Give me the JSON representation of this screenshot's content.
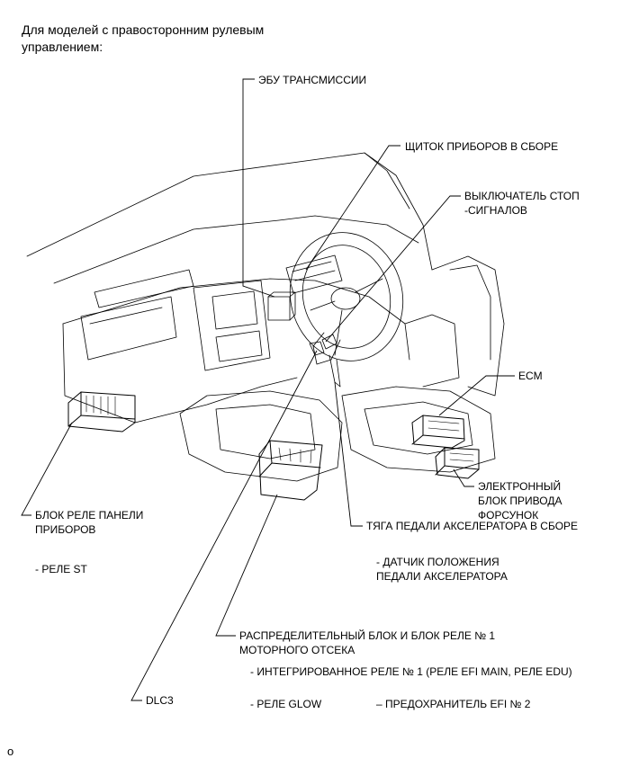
{
  "header": {
    "line1": "Для моделей с правосторонним рулевым",
    "line2": "управлением:"
  },
  "labels": {
    "transmission_ecu": "ЭБУ ТРАНСМИССИИ",
    "instrument_cluster": "ЩИТОК ПРИБОРОВ В СБОРЕ",
    "stop_switch_1": "ВЫКЛЮЧАТЕЛЬ СТОП",
    "stop_switch_2": "-СИГНАЛОВ",
    "ecm": "ECM",
    "edu_1": "ЭЛЕКТРОННЫЙ",
    "edu_2": "БЛОК ПРИВОДА",
    "edu_3": "ФОРСУНОК",
    "relay_block_1": "БЛОК РЕЛЕ ПАНЕЛИ",
    "relay_block_2": "ПРИБОРОВ",
    "st_relay": "- РЕЛЕ ST",
    "accel_pedal": "ТЯГА ПЕДАЛИ АКСЕЛЕРАТОРА В СБОРЕ",
    "accel_sensor_1": "- ДАТЧИК ПОЛОЖЕНИЯ",
    "accel_sensor_2": "ПЕДАЛИ АКСЕЛЕРАТОРА",
    "engine_box_1": "РАСПРЕДЕЛИТЕЛЬНЫЙ БЛОК И БЛОК РЕЛЕ № 1",
    "engine_box_2": "МОТОРНОГО ОТСЕКА",
    "integrated_relay": "- ИНТЕГРИРОВАННОЕ РЕЛЕ № 1 (РЕЛЕ EFI MAIN, РЕЛЕ EDU)",
    "dlc3": "DLC3",
    "glow_relay": "- РЕЛЕ GLOW",
    "efi_fuse": "– ПРЕДОХРАНИТЕЛЬ EFI № 2"
  },
  "footer": {
    "mark": "о"
  }
}
